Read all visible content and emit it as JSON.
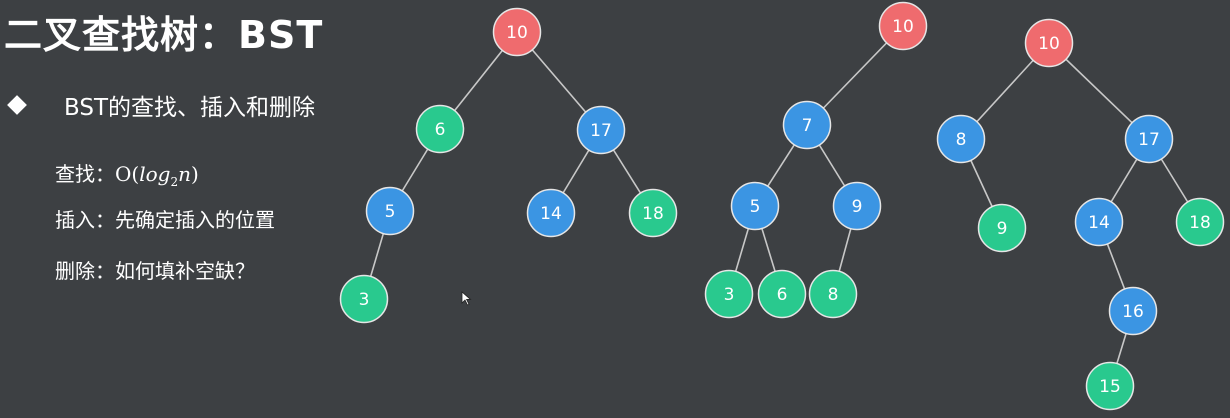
{
  "title": "二叉查找树：BST",
  "bullet": "BST的查找、插入和删除",
  "search_label": "查找：",
  "formula": {
    "o": "O(",
    "log": "log",
    "base": "2",
    "n": "n",
    "close": ")"
  },
  "insert_text": "插入：先确定插入的位置",
  "delete_text": "删除：如何填补空缺？",
  "colors": {
    "red": "#ef6b6e",
    "blue": "#3b95e3",
    "green": "#29c98e"
  },
  "trees": [
    {
      "name": "tree-1",
      "nodes": [
        {
          "id": "t1n10",
          "label": "10",
          "color": "red"
        },
        {
          "id": "t1n6",
          "label": "6",
          "color": "green"
        },
        {
          "id": "t1n17",
          "label": "17",
          "color": "blue"
        },
        {
          "id": "t1n5",
          "label": "5",
          "color": "blue"
        },
        {
          "id": "t1n14",
          "label": "14",
          "color": "blue"
        },
        {
          "id": "t1n18",
          "label": "18",
          "color": "green"
        },
        {
          "id": "t1n3",
          "label": "3",
          "color": "green"
        }
      ],
      "edges": [
        [
          "t1n10",
          "t1n6"
        ],
        [
          "t1n10",
          "t1n17"
        ],
        [
          "t1n6",
          "t1n5"
        ],
        [
          "t1n17",
          "t1n14"
        ],
        [
          "t1n17",
          "t1n18"
        ],
        [
          "t1n5",
          "t1n3"
        ]
      ]
    },
    {
      "name": "tree-2",
      "nodes": [
        {
          "id": "t2n10",
          "label": "10",
          "color": "red"
        },
        {
          "id": "t2n7",
          "label": "7",
          "color": "blue"
        },
        {
          "id": "t2n5",
          "label": "5",
          "color": "blue"
        },
        {
          "id": "t2n9",
          "label": "9",
          "color": "blue"
        },
        {
          "id": "t2n3",
          "label": "3",
          "color": "green"
        },
        {
          "id": "t2n6",
          "label": "6",
          "color": "green"
        },
        {
          "id": "t2n8",
          "label": "8",
          "color": "green"
        }
      ],
      "edges": [
        [
          "t2n10",
          "t2n7"
        ],
        [
          "t2n7",
          "t2n5"
        ],
        [
          "t2n7",
          "t2n9"
        ],
        [
          "t2n5",
          "t2n3"
        ],
        [
          "t2n5",
          "t2n6"
        ],
        [
          "t2n9",
          "t2n8"
        ]
      ]
    },
    {
      "name": "tree-3",
      "nodes": [
        {
          "id": "t3n10",
          "label": "10",
          "color": "red"
        },
        {
          "id": "t3n8",
          "label": "8",
          "color": "blue"
        },
        {
          "id": "t3n17",
          "label": "17",
          "color": "blue"
        },
        {
          "id": "t3n9",
          "label": "9",
          "color": "green"
        },
        {
          "id": "t3n14",
          "label": "14",
          "color": "blue"
        },
        {
          "id": "t3n18",
          "label": "18",
          "color": "green"
        },
        {
          "id": "t3n16",
          "label": "16",
          "color": "blue"
        },
        {
          "id": "t3n15",
          "label": "15",
          "color": "green"
        }
      ],
      "edges": [
        [
          "t3n10",
          "t3n8"
        ],
        [
          "t3n10",
          "t3n17"
        ],
        [
          "t3n8",
          "t3n9"
        ],
        [
          "t3n17",
          "t3n14"
        ],
        [
          "t3n17",
          "t3n18"
        ],
        [
          "t3n14",
          "t3n16"
        ],
        [
          "t3n16",
          "t3n15"
        ]
      ]
    }
  ]
}
